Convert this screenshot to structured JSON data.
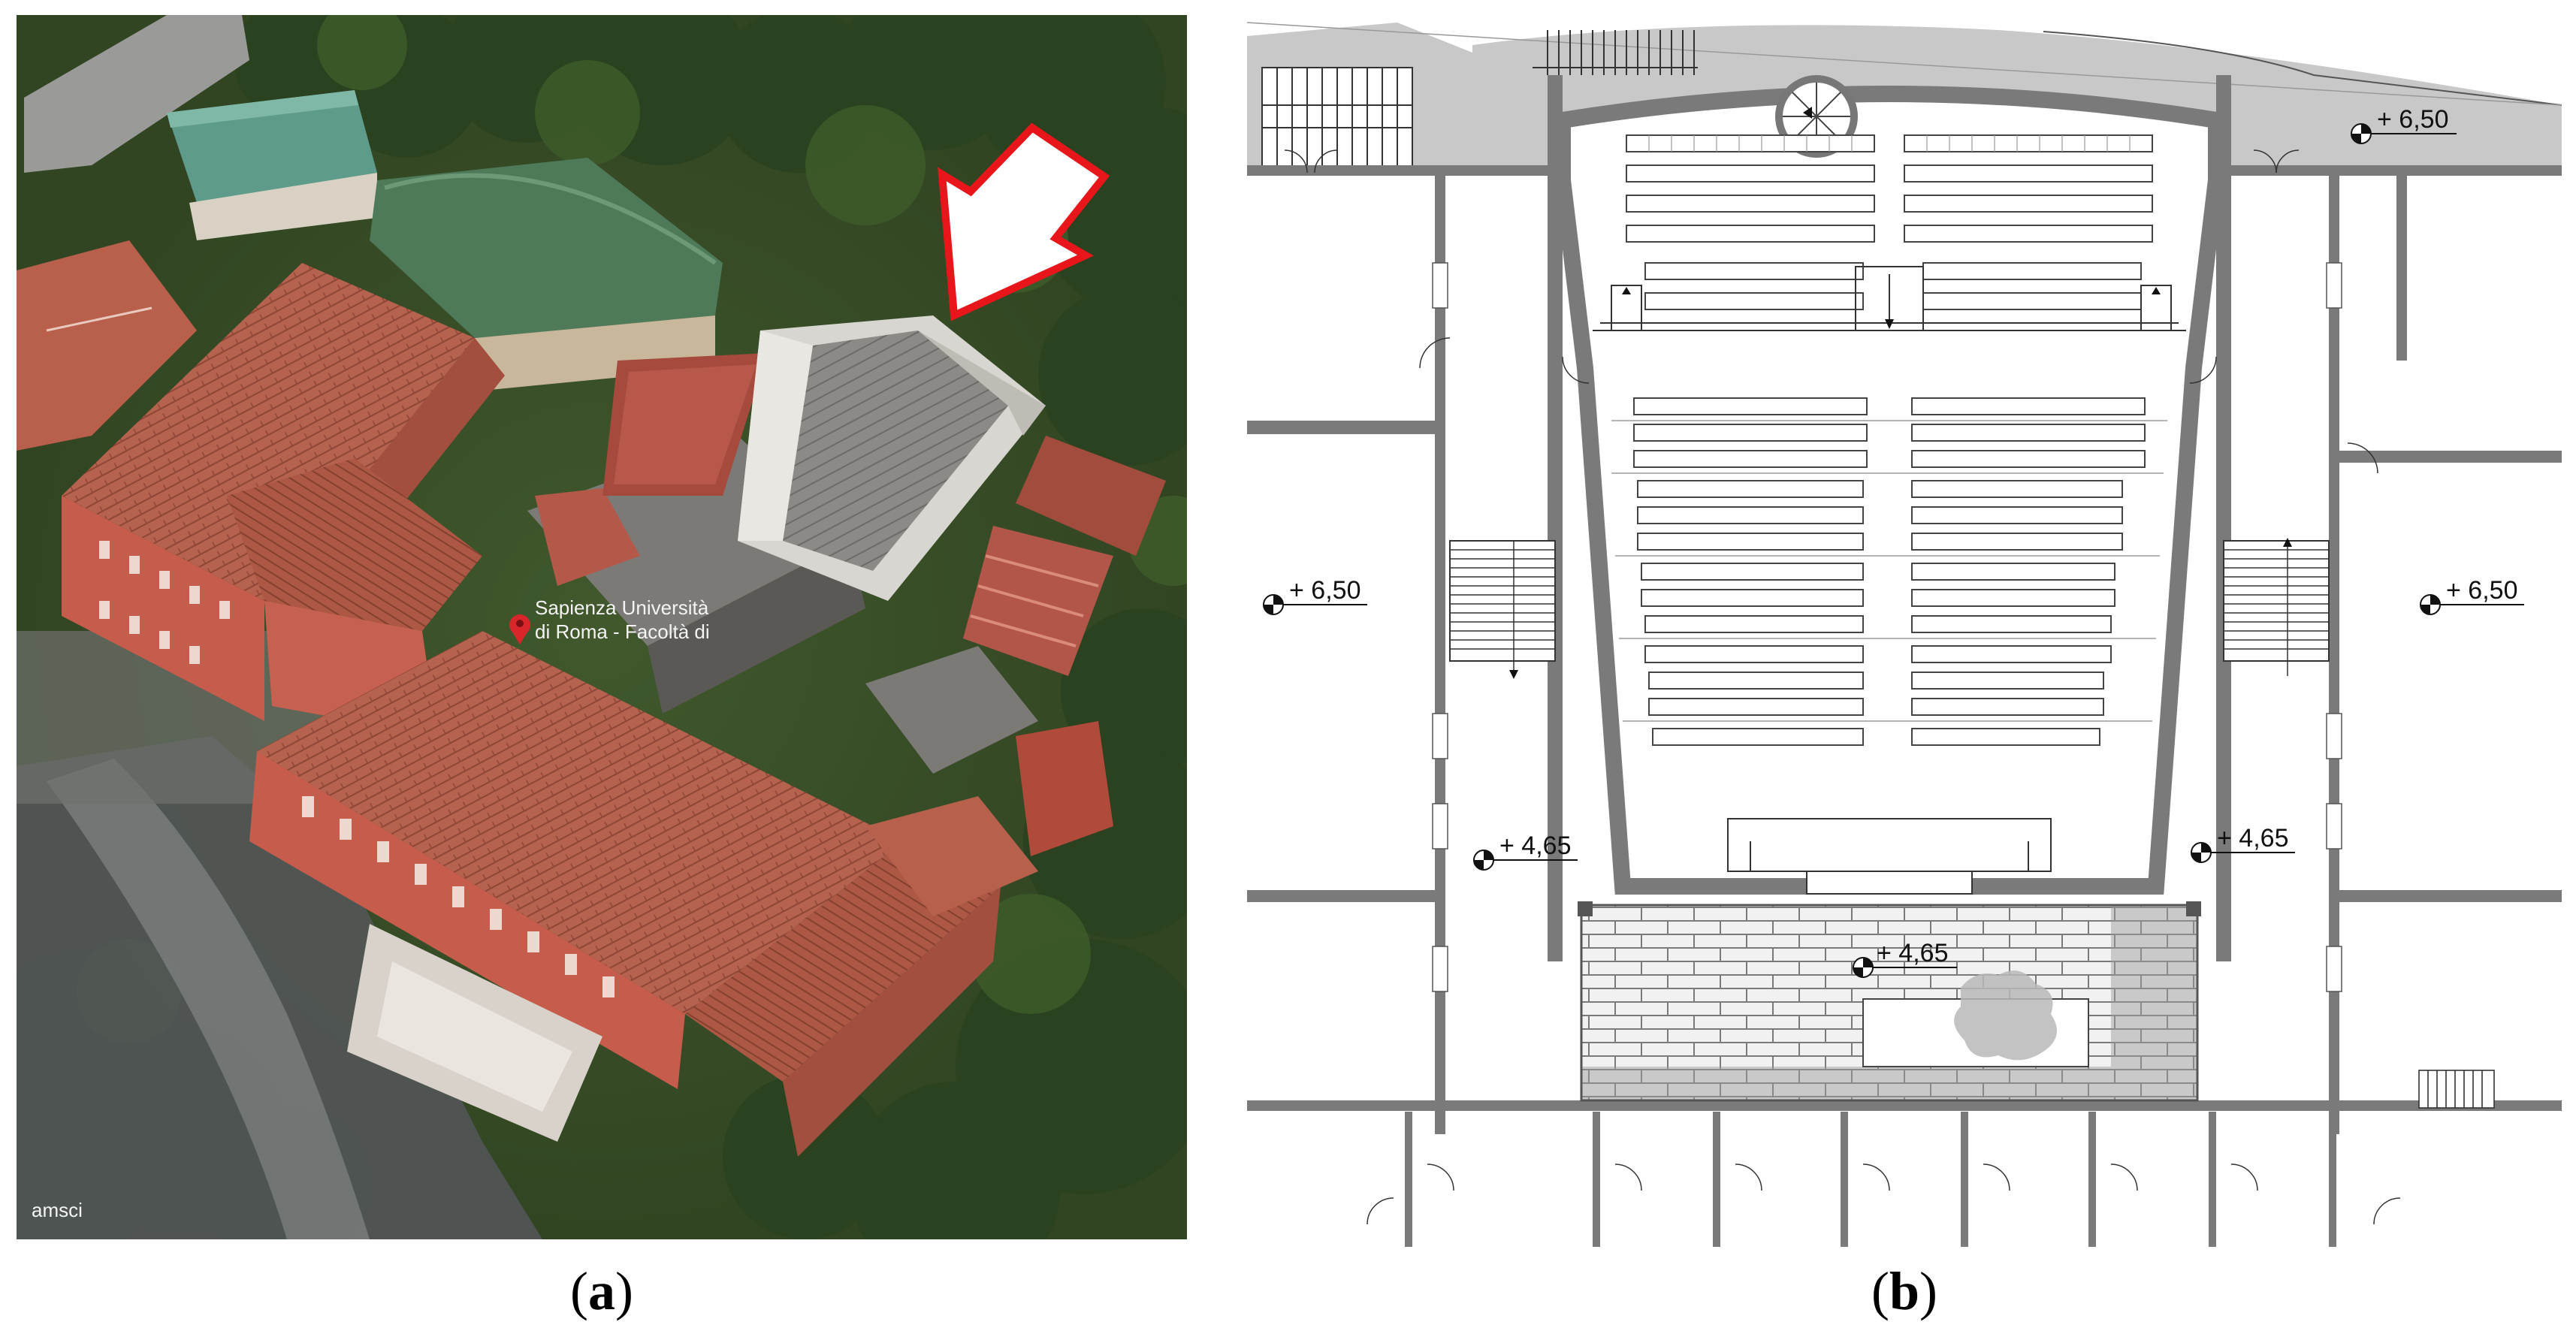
{
  "panels": {
    "a": {
      "caption_open": "(",
      "caption_letter": "a",
      "caption_close": ")",
      "map_label_line1": "Sapienza Università",
      "map_label_line2": "di Roma - Facoltà di",
      "street_label": "amsci"
    },
    "b": {
      "caption_open": "(",
      "caption_letter": "b",
      "caption_close": ")",
      "levels": {
        "top_right": "+ 6,50",
        "left_mid": "+ 6,50",
        "right_mid": "+ 6,50",
        "left_low": "+ 4,65",
        "right_low": "+ 4,65",
        "stage": "+ 4,65"
      }
    }
  },
  "colors": {
    "arrow_fill": "#ffffff",
    "arrow_stroke": "#e8161a",
    "roof_tile": "#b5624e",
    "facade": "#c55c4c",
    "vegetation": "#2d4220",
    "wall": "#7a7a7a",
    "hatch": "#c8c8c8"
  },
  "icons": [
    "location-pin-icon",
    "north-arrow-icon",
    "level-marker-icon"
  ]
}
